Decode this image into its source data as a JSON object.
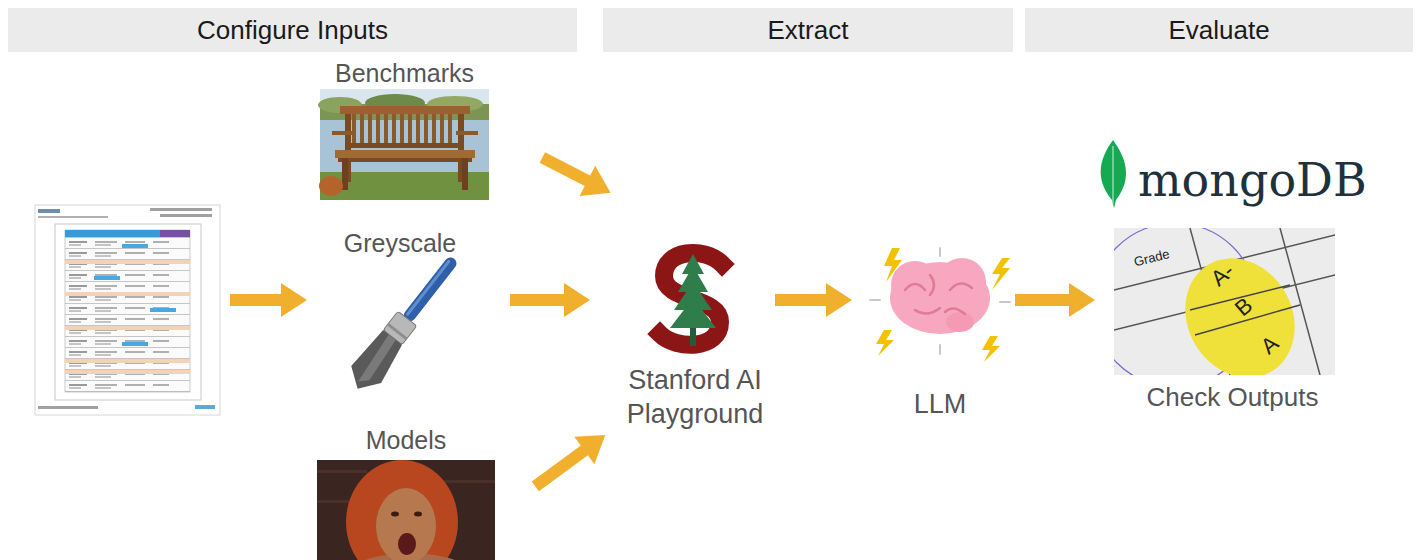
{
  "diagram": {
    "nodes": [
      {
        "text": [
          "Configure Inputs"
        ]
      },
      {
        "text": [
          "Extract"
        ]
      },
      {
        "text": [
          "Evaluate"
        ]
      },
      {
        "text": [
          "Benchmarks"
        ]
      },
      {
        "text": [
          "Greyscale"
        ]
      },
      {
        "text": [
          "Models"
        ]
      },
      {
        "text": [
          "Stanford AI Playground"
        ]
      },
      {
        "text": [
          "LLM"
        ]
      },
      {
        "text": [
          "mongoDB",
          "Check Outputs"
        ]
      }
    ],
    "edges": [
      {
        "from": 3,
        "to": 6,
        "arrow": "to"
      },
      {
        "from": 4,
        "to": 6,
        "arrow": "to"
      },
      {
        "from": 5,
        "to": 6,
        "arrow": "to"
      },
      {
        "from": 6,
        "to": 7,
        "arrow": "to"
      },
      {
        "from": 7,
        "to": 8,
        "arrow": "to"
      }
    ],
    "labels": [
      "Grade",
      "A-",
      "B",
      "A"
    ]
  }
}
